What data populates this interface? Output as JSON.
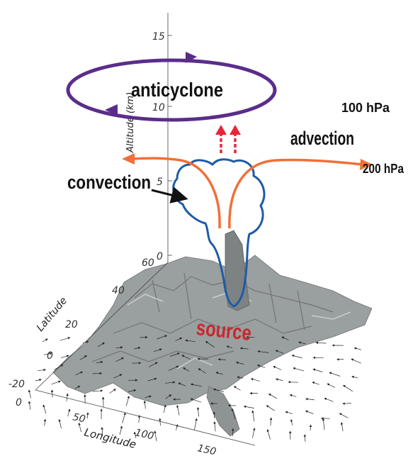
{
  "labels": {
    "anticyclone": "anticyclone",
    "advection": "advection",
    "convection": "convection",
    "source": "source",
    "level_100": "100 hPa",
    "level_200": "200 hPa"
  },
  "axes": {
    "altitude_label": "Altitude (km)",
    "altitude_ticks": [
      "0",
      "5",
      "10",
      "15"
    ],
    "latitude_label": "Latitude",
    "latitude_ticks": [
      "-20",
      "0",
      "20",
      "40",
      "60"
    ],
    "longitude_label": "Longitude",
    "longitude_ticks": [
      "0",
      "50",
      "100",
      "150"
    ]
  },
  "colors": {
    "anticyclone": "#5b2d8a",
    "advection": "#f07038",
    "convection_cloud": "#1f5aa8",
    "source": "#c8282c",
    "uplift_arrows": "#e8243a",
    "terrain": "#8e9394"
  }
}
